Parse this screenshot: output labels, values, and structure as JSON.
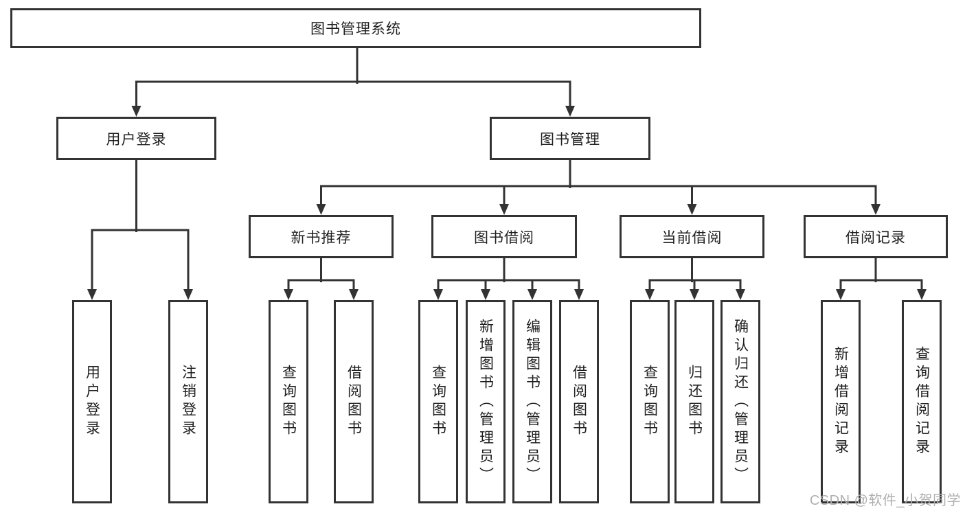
{
  "diagram": {
    "title_node": {
      "label": "图书管理系统"
    },
    "level2": [
      {
        "label": "用户登录"
      },
      {
        "label": "图书管理"
      }
    ],
    "level3": [
      {
        "label": "新书推荐"
      },
      {
        "label": "图书借阅"
      },
      {
        "label": "当前借阅"
      },
      {
        "label": "借阅记录"
      }
    ],
    "leaves": [
      {
        "label": "用户登录"
      },
      {
        "label": "注销登录"
      },
      {
        "label": "查询图书"
      },
      {
        "label": "借阅图书"
      },
      {
        "label": "查询图书"
      },
      {
        "label": "新增图书（管理员）"
      },
      {
        "label": "编辑图书（管理员）"
      },
      {
        "label": "借阅图书"
      },
      {
        "label": "查询图书"
      },
      {
        "label": "归还图书"
      },
      {
        "label": "确认归还（管理员）"
      },
      {
        "label": "新增借阅记录"
      },
      {
        "label": "查询借阅记录"
      }
    ]
  },
  "watermark": "CSDN @软件_小贺同学",
  "colors": {
    "line": "#333333",
    "text": "#1f1f1f",
    "box_bg": "#ffffff",
    "watermark": "#b0b0b0"
  }
}
